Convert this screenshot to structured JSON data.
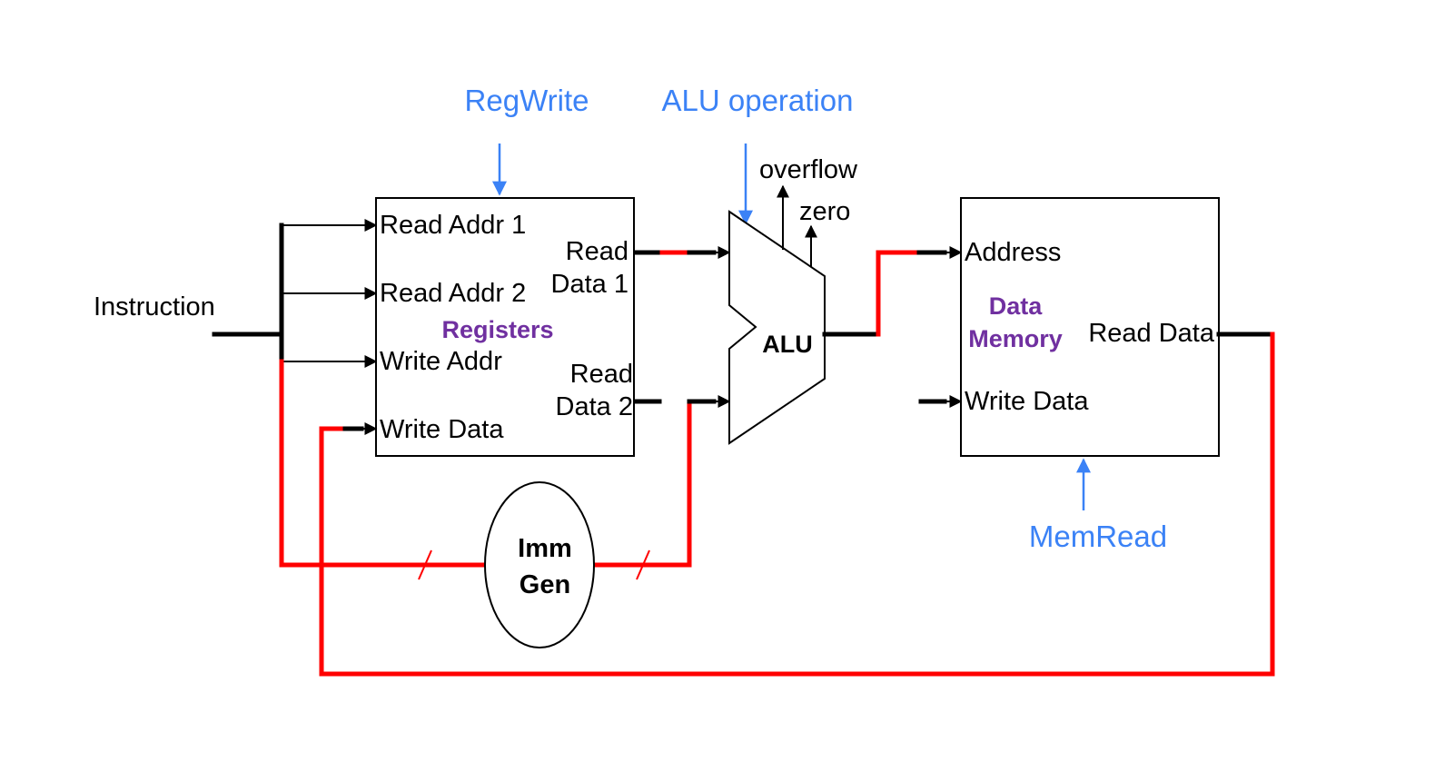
{
  "colors": {
    "control": "#3b82f6",
    "unit": "#7030a0",
    "highlight": "#ff0000",
    "wire": "#000000"
  },
  "controls": {
    "regwrite": "RegWrite",
    "alu_operation": "ALU operation",
    "memread": "MemRead"
  },
  "alu": {
    "label": "ALU",
    "overflow": "overflow",
    "zero": "zero"
  },
  "instruction": "Instruction",
  "registers": {
    "title": "Registers",
    "read_addr_1": "Read Addr 1",
    "read_addr_2": "Read Addr 2",
    "write_addr": "Write Addr",
    "write_data": "Write Data",
    "read_data_1_line1": "Read",
    "read_data_1_line2": "Data 1",
    "read_data_2_line1": "Read",
    "read_data_2_line2": "Data 2"
  },
  "data_memory": {
    "title_line1": "Data",
    "title_line2": "Memory",
    "address": "Address",
    "write_data": "Write Data",
    "read_data": "Read Data"
  },
  "imm_gen": {
    "line1": "Imm",
    "line2": "Gen"
  }
}
